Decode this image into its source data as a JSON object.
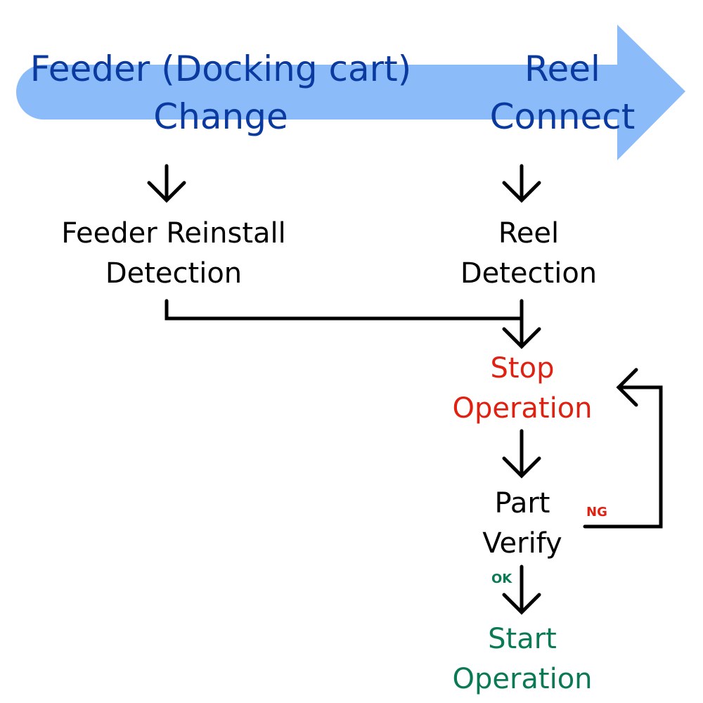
{
  "header": {
    "left_line1": "Feeder (Docking cart)",
    "left_line2": "Change",
    "right_line1": "Reel",
    "right_line2": "Connect"
  },
  "nodes": {
    "feeder_detection": [
      "Feeder Reinstall",
      "Detection"
    ],
    "reel_detection": [
      "Reel",
      "Detection"
    ],
    "stop_operation": [
      "Stop",
      "Operation"
    ],
    "part_verify": [
      "Part",
      "Verify"
    ],
    "start_operation": [
      "Start",
      "Operation"
    ]
  },
  "branches": {
    "ng": "NG",
    "ok": "OK"
  },
  "colors": {
    "arrow_band": "#8bbcf9",
    "header_text": "#0a3aa0",
    "stop_text": "#e02010",
    "start_text": "#0a7a55",
    "ng_text": "#e02010",
    "ok_text": "#0a7a55",
    "connector": "#000000"
  }
}
